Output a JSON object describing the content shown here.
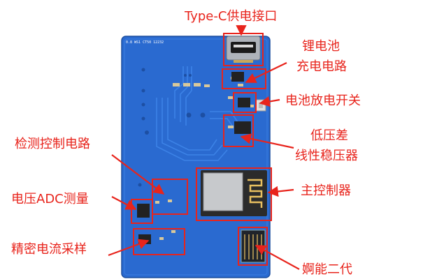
{
  "board": {
    "silkscreen": "0.8 WS1 CT50 12232",
    "colors": {
      "pcb": "#2a6ad0",
      "trace": "#2d74dc",
      "annotation": "#e8241c"
    }
  },
  "labels": {
    "type_c": "Type-C供电接口",
    "li_charge_1": "锂电池",
    "li_charge_2": "充电电路",
    "discharge_switch": "电池放电开关",
    "ldo_1": "低压差",
    "ldo_2": "线性稳压器",
    "main_controller": "主控制器",
    "detect_control": "检测控制电路",
    "voltage_adc": "电压ADC测量",
    "current_sampling": "精密电流采样",
    "second_gen": "婀能二代"
  }
}
